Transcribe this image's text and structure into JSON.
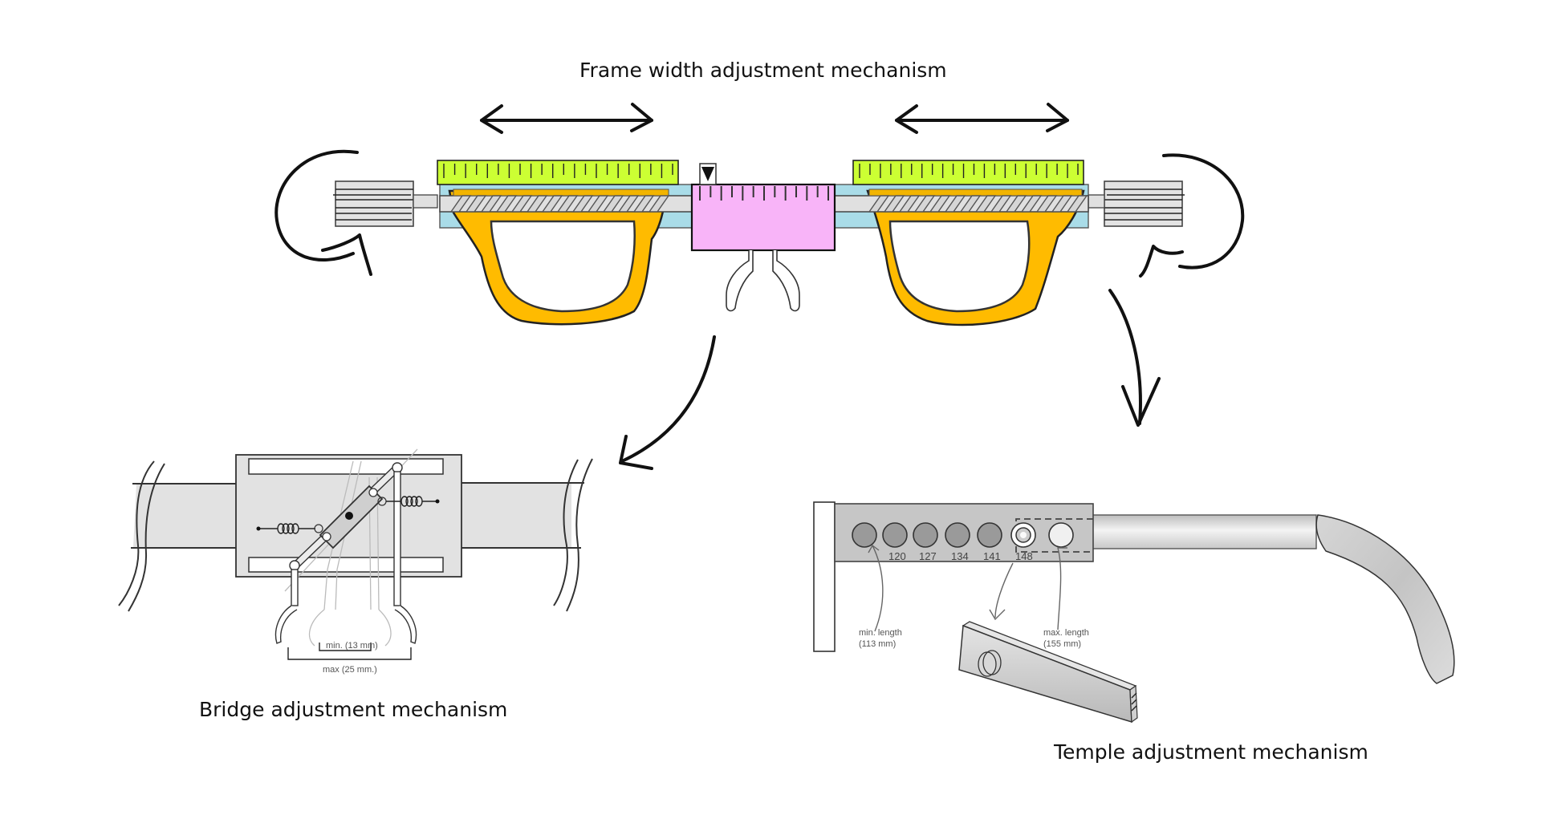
{
  "captions": {
    "frame": "Frame width adjustment mechanism",
    "bridge": "Bridge adjustment mechanism",
    "temple": "Temple adjustment mechanism"
  },
  "bridge": {
    "min_label": "min. (13 mm)",
    "max_label": "max (25 mm.)",
    "min_mm": 13,
    "max_mm": 25
  },
  "temple": {
    "positions": [
      "120",
      "127",
      "134",
      "141",
      "148"
    ],
    "min_label_line1": "min. length",
    "min_label_line2": "(113 mm)",
    "max_label_line1": "max. length",
    "max_label_line2": "(155 mm)",
    "min_mm": 113,
    "max_mm": 155
  },
  "colors": {
    "ruler": "#ccff33",
    "housing": "#a9dce8",
    "lens_frame": "#ffbb00",
    "bridge_block": "#f8b4f8",
    "rod": "#e0e0e0",
    "mechanism_grey": "#e2e2e2"
  }
}
